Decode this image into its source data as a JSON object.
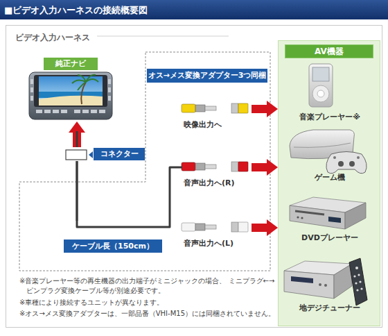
{
  "diagram": {
    "title": "■ビデオ入力ハーネスの接続概要図",
    "nodes": [
      {
        "text": [
          "ビデオ入力ハーネス"
        ]
      },
      {
        "text": [
          "純正ナビ"
        ],
        "in": 0
      },
      {
        "text": [
          "コネクター"
        ],
        "in": 0
      },
      {
        "text": [
          "映像出力へ"
        ],
        "in": 0
      },
      {
        "text": [
          "音声出力へ(R)"
        ],
        "in": 0
      },
      {
        "text": [
          "音声出力へ(L)"
        ],
        "in": 0
      },
      {
        "text": [
          "AV機器"
        ],
        "in": 0
      },
      {
        "text": [
          "音楽プレーヤー※"
        ],
        "in": 6
      },
      {
        "text": [
          "ゲーム機"
        ],
        "in": 6
      },
      {
        "text": [
          "DVDプレーヤー"
        ],
        "in": 6
      },
      {
        "text": [
          "地デジチューナー"
        ],
        "in": 6
      }
    ],
    "edges": [
      {
        "from": 2,
        "to": 1,
        "arrow": "to"
      },
      {
        "from": 2,
        "to": 3,
        "arrow": "none"
      },
      {
        "from": 2,
        "to": 4,
        "arrow": "none"
      },
      {
        "from": 2,
        "to": 5,
        "arrow": "none"
      },
      {
        "from": 3,
        "to": 6,
        "arrow": "to"
      },
      {
        "from": 4,
        "to": 6,
        "arrow": "to"
      },
      {
        "from": 5,
        "to": 6,
        "arrow": "to"
      }
    ],
    "labels": [
      "オス→メス変換アダプター3つ同梱",
      "ケーブル長（150cm）",
      "※音楽プレーヤー等の再生機器の出力端子がミニジャックの場合、 ミニプラグ←→ピンプラグ変換ケーブル等が別途必要です。",
      "※車種により接続するユニットが異なります。",
      "※オス→メス変換アダプターは、一部品番（VHI-M15）には同梱されていません。"
    ]
  }
}
